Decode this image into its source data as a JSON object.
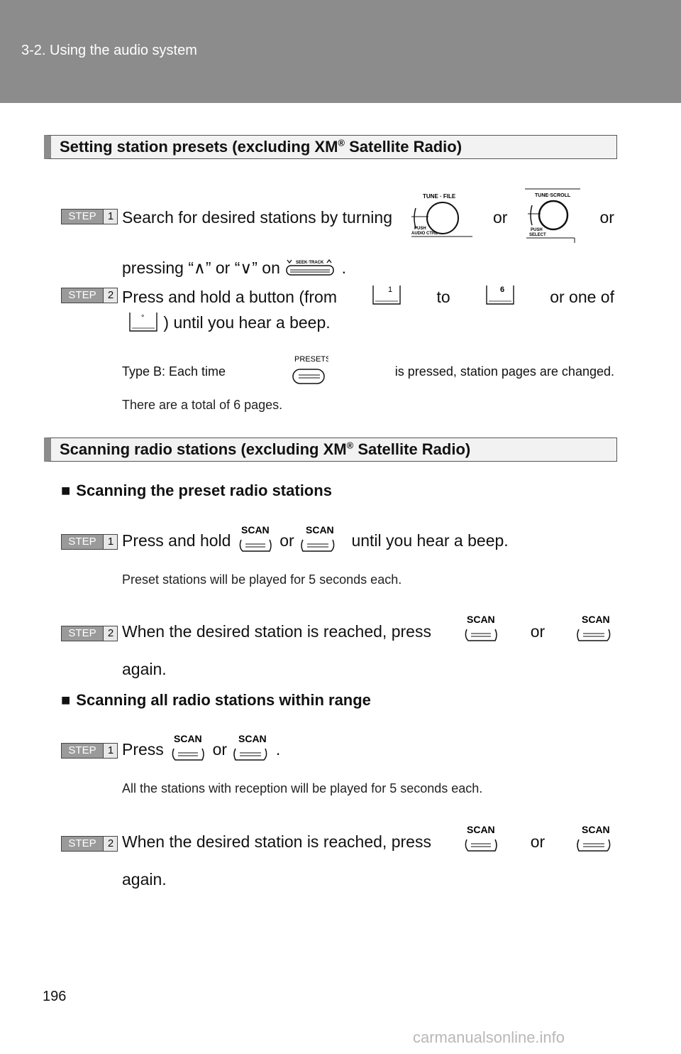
{
  "header": {
    "section_title": "3-2. Using the audio system"
  },
  "section1": {
    "title": "Setting station presets (excluding XM",
    "reg": "®",
    "title_end": " Satellite Radio)",
    "step1_word": "STEP",
    "step1_num": "1",
    "step1_text_a": "Search for desired stations by turning",
    "step1_or1": "or",
    "step1_or2": "or",
    "step1_line2_a": "pressing “",
    "step1_up": "∧",
    "step1_line2_b": "” or “",
    "step1_down": "∨",
    "step1_line2_c": "” on",
    "step1_line2_end": ".",
    "knob1_label_top": "TUNE · FILE",
    "knob1_label_bottom1": "PUSH",
    "knob1_label_bottom2": "AUDIO CTRL",
    "knob2_label_top": "TUNE·SCROLL",
    "knob2_label_bottom1": "PUSH",
    "knob2_label_bottom2": "SELECT",
    "seek_label": "SEEK·TRACK",
    "step2_word": "STEP",
    "step2_num": "2",
    "step2_a": "Press and hold a button (from",
    "step2_to": "to",
    "step2_b": "or one of",
    "step2_line2": ") until you hear a beep.",
    "preset_1": "1",
    "preset_6": "6",
    "preset_deg": "°",
    "note_a": "Type B: Each time",
    "note_b": "is pressed, station pages are changed.",
    "note_line2": "There are a total of 6 pages.",
    "presets_label": "PRESETS"
  },
  "section2": {
    "title": "Scanning radio stations (excluding XM",
    "reg": "®",
    "title_end": " Satellite Radio)",
    "sub1_marker": "■",
    "sub1": "Scanning the preset radio stations",
    "s1_step1_word": "STEP",
    "s1_step1_num": "1",
    "s1_step1_a": "Press and hold",
    "s1_step1_or": "or",
    "s1_step1_b": "until you hear a beep.",
    "s1_note": "Preset stations will be played for 5 seconds each.",
    "s1_step2_word": "STEP",
    "s1_step2_num": "2",
    "s1_step2_a": "When the desired station is reached, press",
    "s1_step2_or": "or",
    "s1_step2_line2": "again.",
    "sub2_marker": "■",
    "sub2": "Scanning all radio stations within range",
    "s2_step1_word": "STEP",
    "s2_step1_num": "1",
    "s2_step1_a": "Press",
    "s2_step1_or": "or",
    "s2_step1_end": ".",
    "s2_note": "All the stations with reception will be played for 5 seconds each.",
    "s2_step2_word": "STEP",
    "s2_step2_num": "2",
    "s2_step2_a": "When the desired station is reached, press",
    "s2_step2_or": "or",
    "s2_step2_line2": "again.",
    "scan_label": "SCAN"
  },
  "footer": {
    "page_number": "196",
    "watermark": "carmanualsonline.info"
  }
}
